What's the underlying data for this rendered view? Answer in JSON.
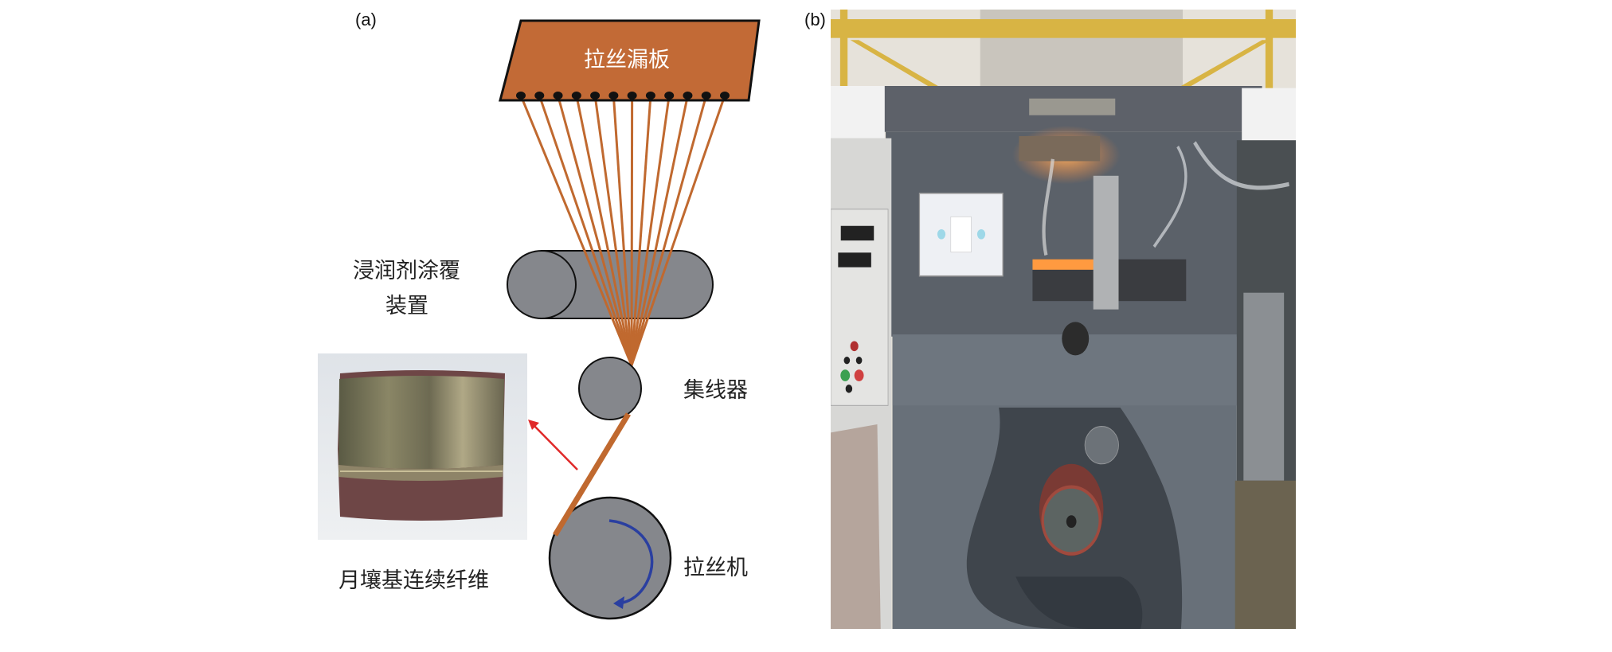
{
  "panels": {
    "a": {
      "label": "(a)"
    },
    "b": {
      "label": "(b)"
    }
  },
  "diagram": {
    "spinneret_plate": "拉丝漏板",
    "sizing_applicator_line1": "浸润剂涂覆",
    "sizing_applicator_line2": "装置",
    "gathering_shoe": "集线器",
    "winder": "拉丝机",
    "product_label": "月壤基连续纤维",
    "nozzle_count": 12
  },
  "colors": {
    "fiber": "#c0692f",
    "plate": "#c26a36",
    "roller": "#85878c",
    "rotation_arrow": "#2a3fa0",
    "pointer_arrow": "#e02a2a"
  }
}
